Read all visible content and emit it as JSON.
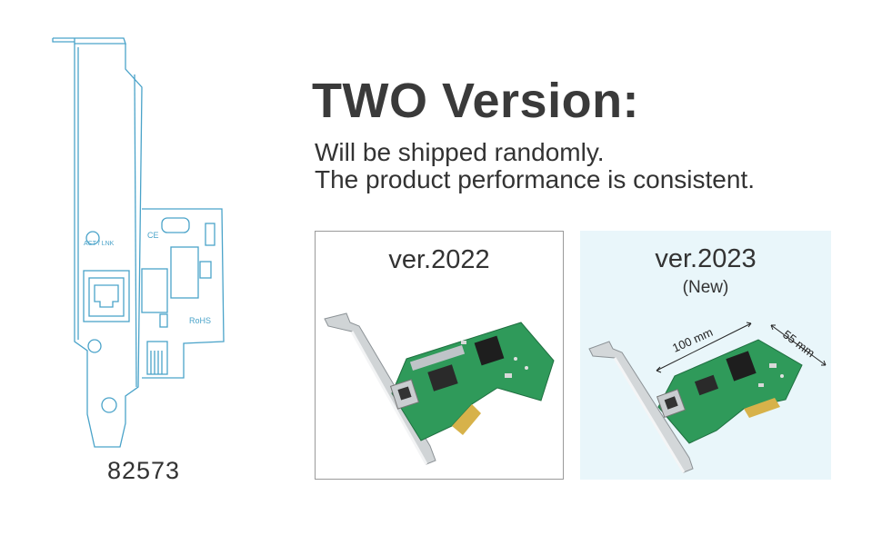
{
  "headline": "TWO Version:",
  "subtitle_line1": "Will be shipped randomly.",
  "subtitle_line2": "The product performance is consistent.",
  "left_model": "82573",
  "left_drawing_labels": {
    "act_lnk": "ACT / LNK",
    "rohs": "RoHS"
  },
  "version_2022": {
    "title": "ver.2022"
  },
  "version_2023": {
    "title": "ver.2023",
    "note": "(New)",
    "dimension_length": "100 mm",
    "dimension_height": "55 mm"
  },
  "colors": {
    "drawing_line": "#4aa3c9",
    "pcb_green": "#2f9a5a",
    "panel_new_bg": "#e9f6fa"
  }
}
